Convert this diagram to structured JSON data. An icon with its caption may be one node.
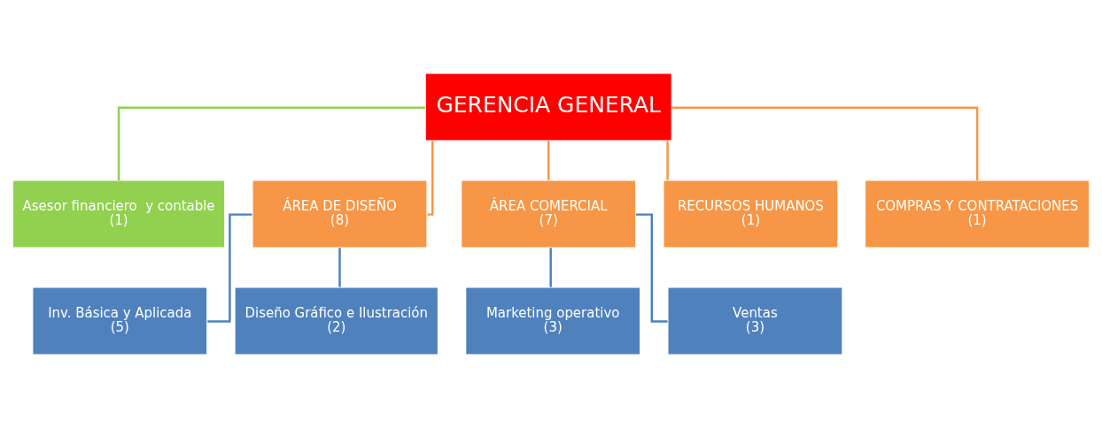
{
  "diagram": {
    "nodes": [
      {
        "text": [
          "GERENCIA GENERAL"
        ]
      },
      {
        "text": [
          "Asesor financiero  y contable",
          "(1)"
        ]
      },
      {
        "text": [
          "ÁREA DE DISEÑO",
          "(8)"
        ]
      },
      {
        "text": [
          "ÁREA COMERCIAL",
          "(7)"
        ]
      },
      {
        "text": [
          "RECURSOS HUMANOS",
          "(1)"
        ]
      },
      {
        "text": [
          "COMPRAS Y CONTRATACIONES",
          "(1)"
        ]
      },
      {
        "text": [
          "Inv. Básica y Aplicada",
          "(5)"
        ]
      },
      {
        "text": [
          "Diseño Gráfico e Ilustración",
          "(2)"
        ]
      },
      {
        "text": [
          "Marketing operativo",
          "(3)"
        ]
      },
      {
        "text": [
          "Ventas",
          "(3)"
        ]
      }
    ],
    "edges": [
      {
        "from": 0,
        "to": 1,
        "arrow": "none",
        "color": "#92d050"
      },
      {
        "from": 0,
        "to": 2,
        "arrow": "none"
      },
      {
        "from": 0,
        "to": 3,
        "arrow": "none"
      },
      {
        "from": 0,
        "to": 4,
        "arrow": "none"
      },
      {
        "from": 0,
        "to": 5,
        "arrow": "none"
      },
      {
        "from": 2,
        "to": 6,
        "arrow": "none",
        "color": "#4f81bd"
      },
      {
        "from": 2,
        "to": 7,
        "arrow": "none",
        "color": "#4f81bd"
      },
      {
        "from": 3,
        "to": 8,
        "arrow": "none",
        "color": "#4f81bd"
      },
      {
        "from": 3,
        "to": 9,
        "arrow": "none",
        "color": "#4f81bd"
      }
    ]
  }
}
